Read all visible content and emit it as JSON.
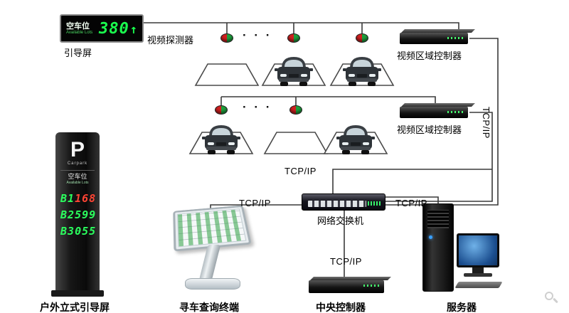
{
  "colors": {
    "led_green": "#2bff5e",
    "led_red": "#ff4434",
    "display_value_green": "#1aff4e"
  },
  "top_display": {
    "zone": "空车位",
    "zone_sub": "Available Lots",
    "value": "380",
    "arrow": "↑",
    "label": "引导屏"
  },
  "detectors": {
    "label": "视频探测器",
    "dots": "· · ·"
  },
  "area_controllers": [
    {
      "label": "视频区域控制器"
    },
    {
      "label": "视频区域控制器"
    }
  ],
  "network": {
    "protocol": "TCP/IP",
    "switch_label": "网络交换机"
  },
  "central_controller": {
    "label": "中央控制器"
  },
  "kiosk": {
    "label": "寻车查询终端"
  },
  "server": {
    "label": "服务器"
  },
  "pillar": {
    "letter": "P",
    "letter_sub": "Carpark",
    "zone": "空车位",
    "zone_sub": "Available Lots",
    "rows": [
      {
        "level": "B1",
        "count": "168",
        "count_color": "#ff4434"
      },
      {
        "level": "B2",
        "count": "599",
        "count_color": "#2bff5e"
      },
      {
        "level": "B3",
        "count": "055",
        "count_color": "#2bff5e"
      }
    ],
    "label": "户外立式引导屏"
  }
}
